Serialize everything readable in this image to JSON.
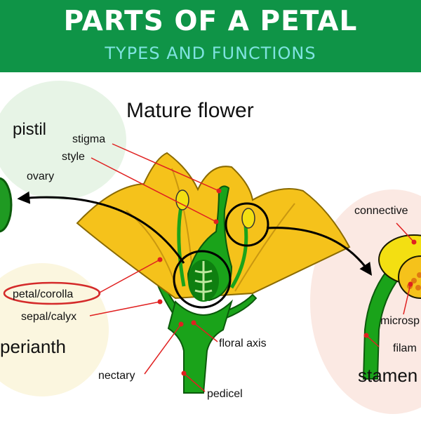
{
  "banner": {
    "title": "PARTS OF A PETAL",
    "subtitle": "TYPES AND FUNCTIONS"
  },
  "diagram": {
    "title": "Mature flower",
    "groups": {
      "pistil": "pistil",
      "perianth": "perianth",
      "stamen": "stamen"
    },
    "labels": {
      "stigma": "stigma",
      "style": "style",
      "ovary": "ovary",
      "petal": "petal/corolla",
      "sepal": "sepal/calyx",
      "nectary": "nectary",
      "floral_axis": "floral axis",
      "pedicel": "pedicel",
      "connective": "connective",
      "microsporangium": "microsp",
      "filament": "filam"
    },
    "colors": {
      "banner": "#0f9447",
      "subtitle": "#7fe3e0",
      "petal": "#f5c21b",
      "green": "#1aa31a",
      "label_line": "#e02020",
      "highlight_ring": "#d42a2a"
    }
  }
}
